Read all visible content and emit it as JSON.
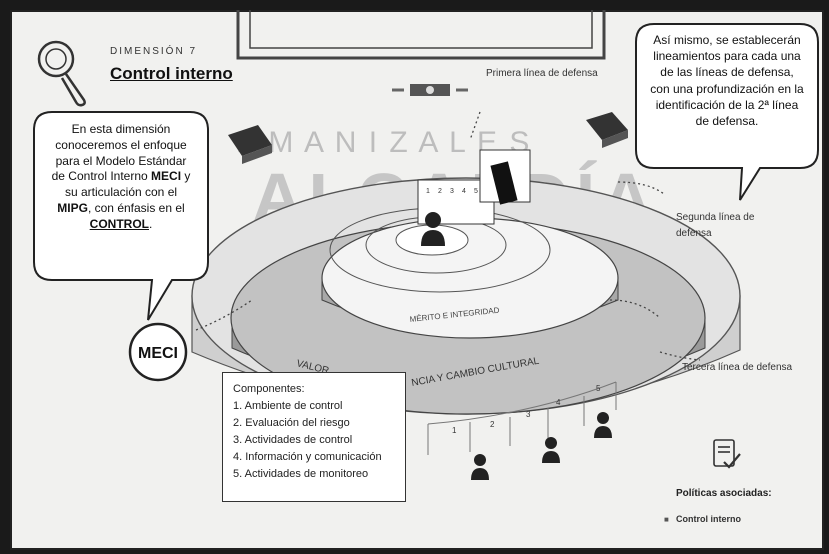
{
  "header": {
    "dimension_label": "DIMENSIÓN 7",
    "title": "Control interno"
  },
  "watermark": {
    "manizales": "E  M  A  N  I  Z  A  L  E  S",
    "alcaldia": "ALCALDÍA"
  },
  "left_bubble": {
    "line1": "En esta dimensión",
    "line2": "conoceremos el enfoque",
    "line3": "para el Modelo Estándar",
    "line4_pre": "de Control Interno ",
    "line4_bold": "MECI",
    "line4_post": " y",
    "line5": "su articulación con el",
    "line6_bold": "MIPG",
    "line6_post": ", con énfasis en el",
    "line7_bold": "CONTROL",
    "line7_post": "."
  },
  "right_bubble": {
    "lines": [
      "Así mismo, se establecerán",
      "lineamientos para cada una",
      "de las líneas de defensa,",
      "con una profundización en la",
      "identificación de la 2ª línea",
      "de defensa."
    ]
  },
  "meci_label": "MECI",
  "defense_lines": {
    "first": "Primera línea de defensa",
    "second_1": "Segunda línea de",
    "second_2": "defensa",
    "third": "Tercera línea de defensa"
  },
  "ring_labels": {
    "inner": "MÉRITO E INTEGRIDAD",
    "outer_1": "VALOR",
    "outer_2": "NCIA Y CAMBIO CULTURAL"
  },
  "components": {
    "title": "Componentes:",
    "items": [
      "1. Ambiente de control",
      "2. Evaluación del riesgo",
      "3. Actividades de control",
      "4. Información y comunicación",
      "5. Actividades de monitoreo"
    ]
  },
  "wall_numbers": [
    "1",
    "2",
    "3",
    "4",
    "5"
  ],
  "tower_numbers": [
    "1",
    "2",
    "3",
    "4",
    "5"
  ],
  "policies": {
    "title": "Políticas asociadas:",
    "item": "Control interno"
  }
}
